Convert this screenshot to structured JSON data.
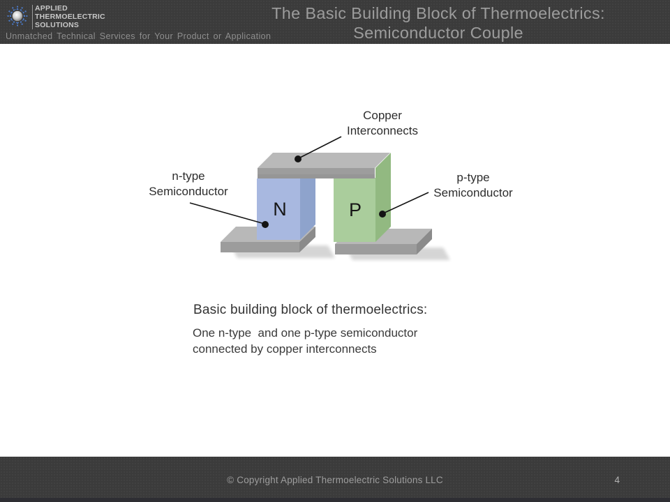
{
  "header": {
    "logo": {
      "line1": "APPLIED",
      "line2": "THERMOELECTRIC",
      "line3": "SOLUTIONS"
    },
    "tagline": "Unmatched Technical Services for Your Product or Application",
    "title_line1": "The Basic Building Block of Thermoelectrics:",
    "title_line2": "Semiconductor Couple"
  },
  "diagram": {
    "labels": {
      "copper_line1": "Copper",
      "copper_line2": "Interconnects",
      "n_line1": "n-type",
      "n_line2": "Semiconductor",
      "p_line1": "p-type",
      "p_line2": "Semiconductor",
      "n_block": "N",
      "p_block": "P"
    },
    "colors": {
      "n_front": "#a8b8e0",
      "n_side": "#8ea3cc",
      "p_front": "#aacd9c",
      "p_side": "#92b981",
      "copper_top": "#b9b9b9",
      "copper_front": "#9d9d9d",
      "pad_top": "#b8b8b8",
      "pad_front": "#9c9c9c",
      "pad_side": "#8b8b8b"
    }
  },
  "body": {
    "heading": "Basic building block of thermoelectrics:",
    "line1": "One n-type  and one p-type semiconductor",
    "line2": "connected by copper interconnects"
  },
  "footer": {
    "copyright": "© Copyright Applied Thermoelectric Solutions LLC",
    "page_number": "4"
  }
}
